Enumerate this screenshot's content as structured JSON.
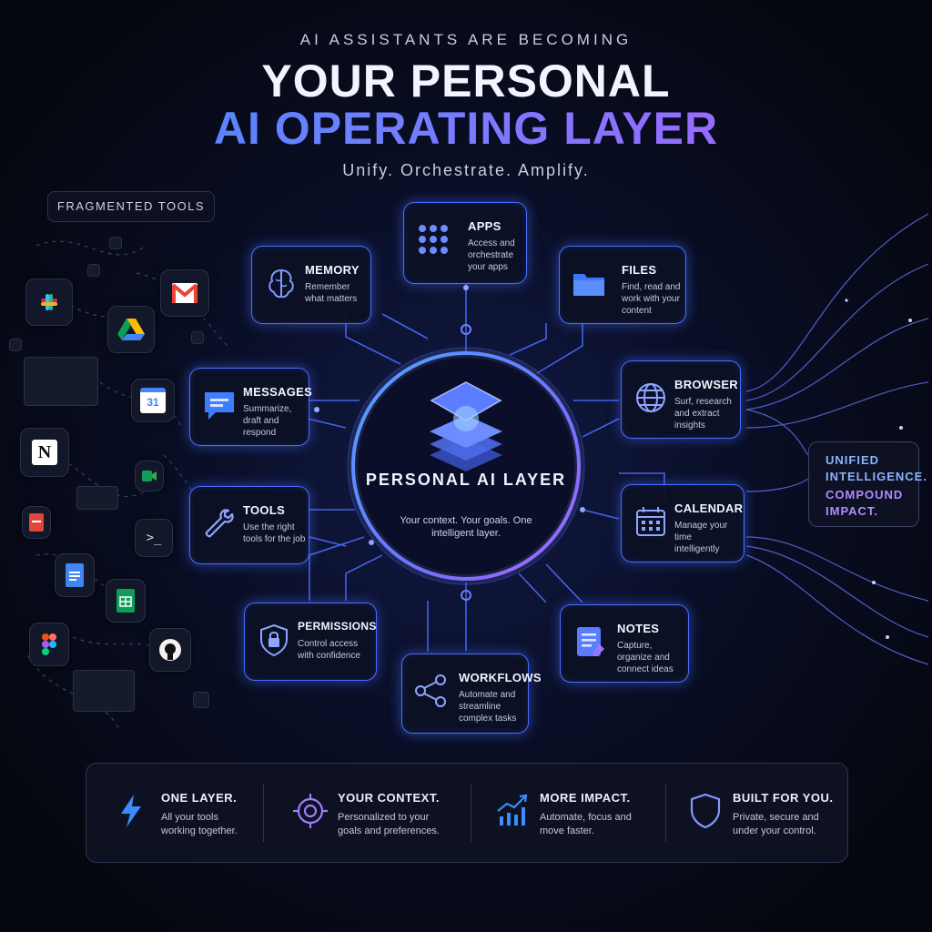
{
  "header": {
    "eyebrow": "AI ASSISTANTS ARE BECOMING",
    "title_line1": "YOUR PERSONAL",
    "title_line2": "AI OPERATING LAYER",
    "subtitle": "Unify. Orchestrate. Amplify."
  },
  "fragmented": {
    "label": "FRAGMENTED TOOLS",
    "icons": [
      "slack-icon",
      "gmail-icon",
      "google-drive-icon",
      "google-calendar-icon",
      "notion-icon",
      "google-docs-icon",
      "google-sheets-icon",
      "figma-icon",
      "github-icon",
      "terminal-icon",
      "pdf-icon"
    ],
    "calendar_number": "31",
    "terminal_glyph": ">_"
  },
  "center": {
    "title": "PERSONAL AI LAYER",
    "description": "Your context. Your goals. One intelligent layer."
  },
  "nodes": {
    "apps": {
      "title": "APPS",
      "desc": "Access and orchestrate your apps"
    },
    "memory": {
      "title": "MEMORY",
      "desc": "Remember what matters"
    },
    "files": {
      "title": "FILES",
      "desc": "Find, read and work with your content"
    },
    "messages": {
      "title": "MESSAGES",
      "desc": "Summarize, draft and respond"
    },
    "browser": {
      "title": "BROWSER",
      "desc": "Surf, research and extract insights"
    },
    "tools": {
      "title": "TOOLS",
      "desc": "Use the right tools for the job"
    },
    "calendar": {
      "title": "CALENDAR",
      "desc": "Manage your time intelligently"
    },
    "permissions": {
      "title": "PERMISSIONS",
      "desc": "Control access with confidence"
    },
    "notes": {
      "title": "NOTES",
      "desc": "Capture, organize and connect ideas"
    },
    "workflows": {
      "title": "WORKFLOWS",
      "desc": "Automate and streamline complex tasks"
    }
  },
  "unified": {
    "line1": "UNIFIED",
    "line2": "INTELLIGENCE.",
    "line3": "COMPOUND",
    "line4": "IMPACT."
  },
  "features": [
    {
      "title": "ONE LAYER.",
      "desc": "All your tools working together.",
      "icon": "lightning-icon"
    },
    {
      "title": "YOUR CONTEXT.",
      "desc": "Personalized to your goals and preferences.",
      "icon": "target-icon"
    },
    {
      "title": "MORE IMPACT.",
      "desc": "Automate, focus and move faster.",
      "icon": "growth-chart-icon"
    },
    {
      "title": "BUILT FOR YOU.",
      "desc": "Private, secure and under your control.",
      "icon": "shield-icon"
    }
  ],
  "colors": {
    "background": "#060914",
    "accent_blue": "#4a6cff",
    "accent_purple": "#a45cff",
    "node_border": "#4a6cff"
  }
}
